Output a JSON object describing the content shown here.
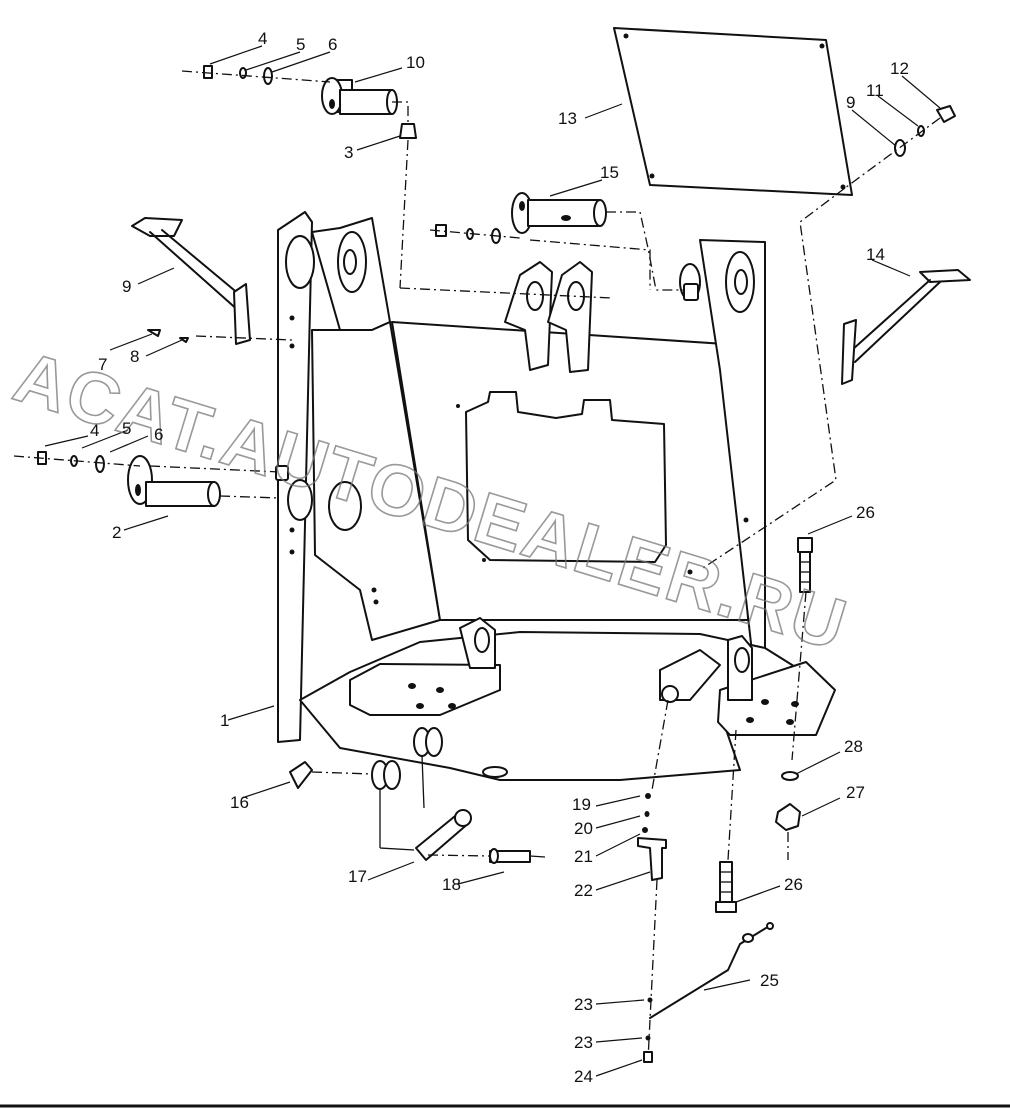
{
  "watermark": {
    "text": "ACAT.AUTODEALER.RU"
  },
  "callouts": [
    {
      "id": "c-4a",
      "label": "4"
    },
    {
      "id": "c-5a",
      "label": "5"
    },
    {
      "id": "c-6a",
      "label": "6"
    },
    {
      "id": "c-10",
      "label": "10"
    },
    {
      "id": "c-3",
      "label": "3"
    },
    {
      "id": "c-13",
      "label": "13"
    },
    {
      "id": "c-12",
      "label": "12"
    },
    {
      "id": "c-11",
      "label": "11"
    },
    {
      "id": "c-9a",
      "label": "9"
    },
    {
      "id": "c-15",
      "label": "15"
    },
    {
      "id": "c-9b",
      "label": "9"
    },
    {
      "id": "c-14",
      "label": "14"
    },
    {
      "id": "c-7",
      "label": "7"
    },
    {
      "id": "c-8",
      "label": "8"
    },
    {
      "id": "c-4b",
      "label": "4"
    },
    {
      "id": "c-5b",
      "label": "5"
    },
    {
      "id": "c-6b",
      "label": "6"
    },
    {
      "id": "c-2",
      "label": "2"
    },
    {
      "id": "c-26a",
      "label": "26"
    },
    {
      "id": "c-1",
      "label": "1"
    },
    {
      "id": "c-28",
      "label": "28"
    },
    {
      "id": "c-27",
      "label": "27"
    },
    {
      "id": "c-16",
      "label": "16"
    },
    {
      "id": "c-19",
      "label": "19"
    },
    {
      "id": "c-20",
      "label": "20"
    },
    {
      "id": "c-21",
      "label": "21"
    },
    {
      "id": "c-17",
      "label": "17"
    },
    {
      "id": "c-18",
      "label": "18"
    },
    {
      "id": "c-22",
      "label": "22"
    },
    {
      "id": "c-26b",
      "label": "26"
    },
    {
      "id": "c-25",
      "label": "25"
    },
    {
      "id": "c-23a",
      "label": "23"
    },
    {
      "id": "c-23b",
      "label": "23"
    },
    {
      "id": "c-24",
      "label": "24"
    }
  ]
}
